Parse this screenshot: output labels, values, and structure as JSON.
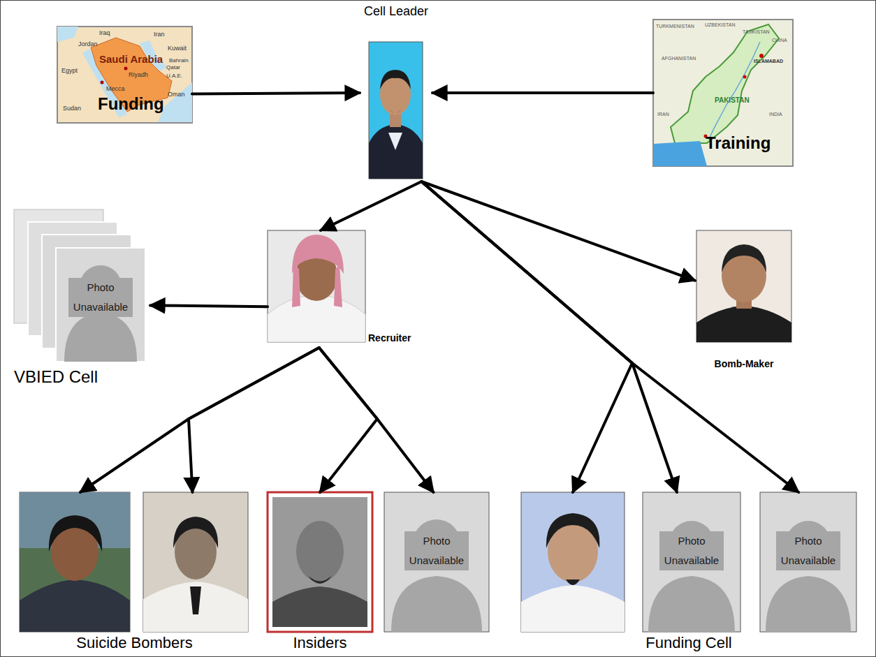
{
  "diagram": {
    "nodes": [
      {
        "text": [
          "Funding"
        ]
      },
      {
        "text": [
          "Cell Leader"
        ]
      },
      {
        "text": [
          "Training"
        ]
      },
      {
        "text": [
          "Photo Unavailable",
          "VBIED Cell"
        ]
      },
      {
        "text": [
          "Recruiter"
        ]
      },
      {
        "text": [
          "Bomb-Maker"
        ]
      },
      {
        "text": [
          "Suicide Bombers"
        ]
      },
      {
        "text": [],
        "in": 6
      },
      {
        "text": [],
        "in": 6
      },
      {
        "text": [
          "Insiders"
        ]
      },
      {
        "text": [],
        "in": 9
      },
      {
        "text": [
          "Photo Unavailable"
        ],
        "in": 9
      },
      {
        "text": [
          "Funding Cell"
        ]
      },
      {
        "text": [],
        "in": 12
      },
      {
        "text": [
          "Photo Unavailable"
        ],
        "in": 12
      },
      {
        "text": [
          "Photo Unavailable"
        ],
        "in": 12
      }
    ],
    "edges": [
      {
        "from": 0,
        "to": 1,
        "arrow": "to"
      },
      {
        "from": 2,
        "to": 1,
        "arrow": "to"
      },
      {
        "from": 1,
        "to": 4,
        "arrow": "to"
      },
      {
        "from": 1,
        "to": 5,
        "arrow": "to"
      },
      {
        "from": 4,
        "to": 3,
        "arrow": "to"
      },
      {
        "from": 4,
        "to": 7,
        "arrow": "to"
      },
      {
        "from": 4,
        "to": 8,
        "arrow": "to"
      },
      {
        "from": 4,
        "to": 10,
        "arrow": "to"
      },
      {
        "from": 4,
        "to": 11,
        "arrow": "to"
      },
      {
        "from": 1,
        "to": 13,
        "arrow": "to"
      },
      {
        "from": 1,
        "to": 14,
        "arrow": "to"
      },
      {
        "from": 1,
        "to": 15,
        "arrow": "to"
      }
    ],
    "labels": [
      "Iraq",
      "Iran",
      "Jordan",
      "Kuwait",
      "Bahrain",
      "Qatar",
      "U.A.E.",
      "Saudi Arabia",
      "Riyadh",
      "Mecca",
      "Egypt",
      "Sudan",
      "Oman",
      "TURKMENISTAN",
      "UZBEKISTAN",
      "TAJIKISTAN",
      "CHINA",
      "AFGHANISTAN",
      "ISLAMABAD",
      "PAKISTAN",
      "IRAN",
      "INDIA"
    ]
  }
}
